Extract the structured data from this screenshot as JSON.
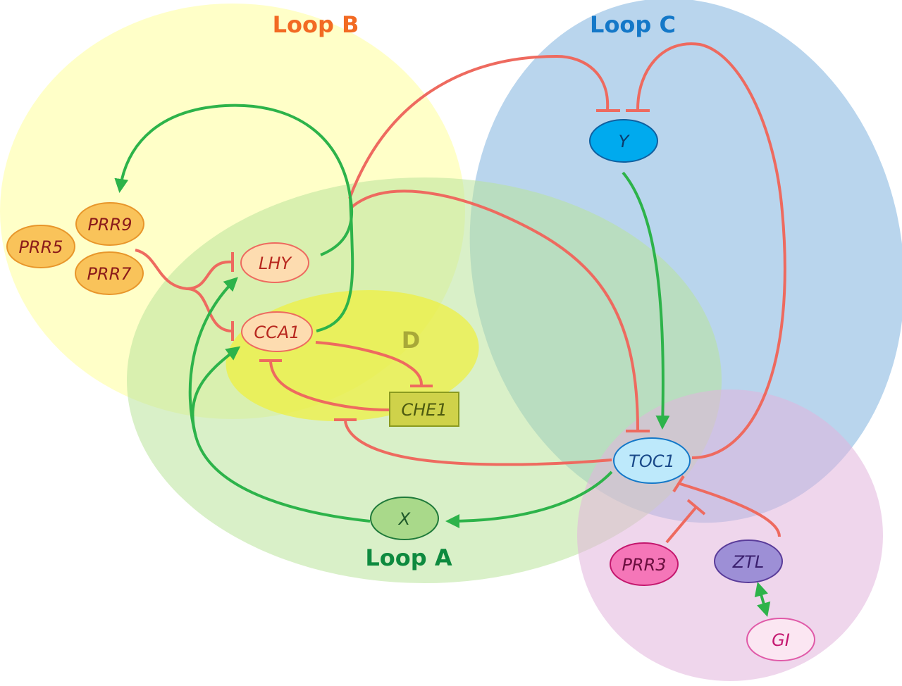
{
  "loops": {
    "loop_a": {
      "label": "Loop A",
      "color": "#0e8a3f",
      "fill": "#b9e39a"
    },
    "loop_b": {
      "label": "Loop B",
      "color": "#f26a23",
      "fill": "#ffff9a"
    },
    "loop_c": {
      "label": "Loop C",
      "color": "#1478c8",
      "fill": "#7fb3de"
    },
    "loop_d": {
      "label": "D",
      "color": "#a8a838",
      "fill": "#f0f03a"
    },
    "loop_e": {
      "fill": "#e2b5dc"
    }
  },
  "nodes": {
    "prr9": "PRR9",
    "prr5": "PRR5",
    "prr7": "PRR7",
    "lhy": "LHY",
    "cca1": "CCA1",
    "che1": "CHE1",
    "y": "Y",
    "toc1": "TOC1",
    "x": "X",
    "prr3": "PRR3",
    "ztl": "ZTL",
    "gi": "GI"
  },
  "edge_colors": {
    "activation": "#2db34a",
    "repression": "#ee6a5f"
  }
}
